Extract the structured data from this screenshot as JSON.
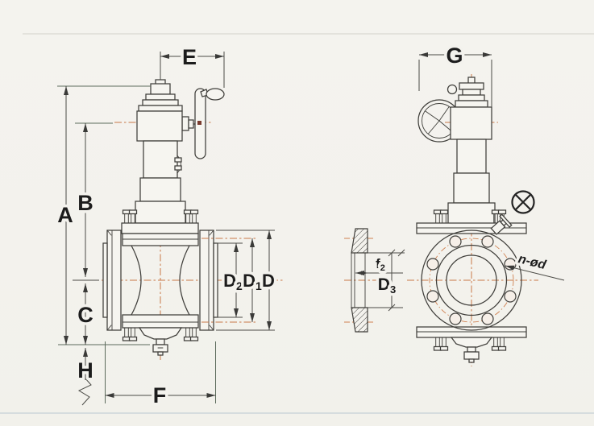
{
  "front_view": {
    "dim_a": "A",
    "dim_b": "B",
    "dim_c": "C",
    "dim_e": "E",
    "dim_f": "F",
    "dim_h": "H",
    "dim_d": "D",
    "dim_d1": {
      "base": "D",
      "sub": "1"
    },
    "dim_d2": {
      "base": "D",
      "sub": "2"
    }
  },
  "side_view": {
    "dim_g": "G",
    "bolt_note": "n-ød"
  },
  "flange_detail": {
    "dim_f2": {
      "base": "f",
      "sub": "2"
    },
    "dim_d3": {
      "base": "D",
      "sub": "3"
    }
  },
  "colors": {
    "paper": "#f3f2ed",
    "object_line": "#3f3e3a",
    "dimension_line": "#4b4b46",
    "extension_line": "#5c6b5c",
    "centerline": "#c87848",
    "label_text": "#1c1c1c"
  },
  "symbols": {
    "circled_x": "⊗"
  }
}
